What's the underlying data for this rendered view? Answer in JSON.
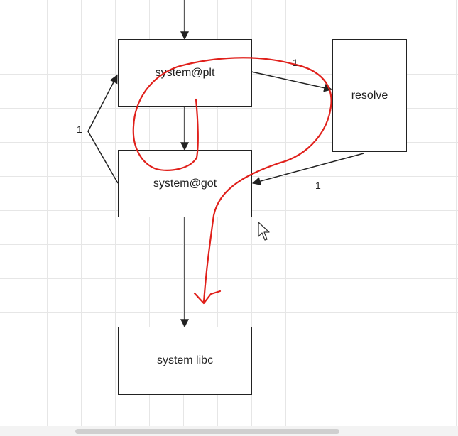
{
  "nodes": {
    "plt": "system@plt",
    "resolve": "resolve",
    "got": "system@got",
    "libc": "system libc"
  },
  "edge_labels": {
    "plt_to_resolve": "1",
    "got_to_plt": "1",
    "resolve_to_got": "1"
  },
  "colors": {
    "line": "#222222",
    "annotation": "#e0201b",
    "grid": "#e6e6e6"
  },
  "icons": {
    "cursor": "mouse-pointer-icon"
  }
}
